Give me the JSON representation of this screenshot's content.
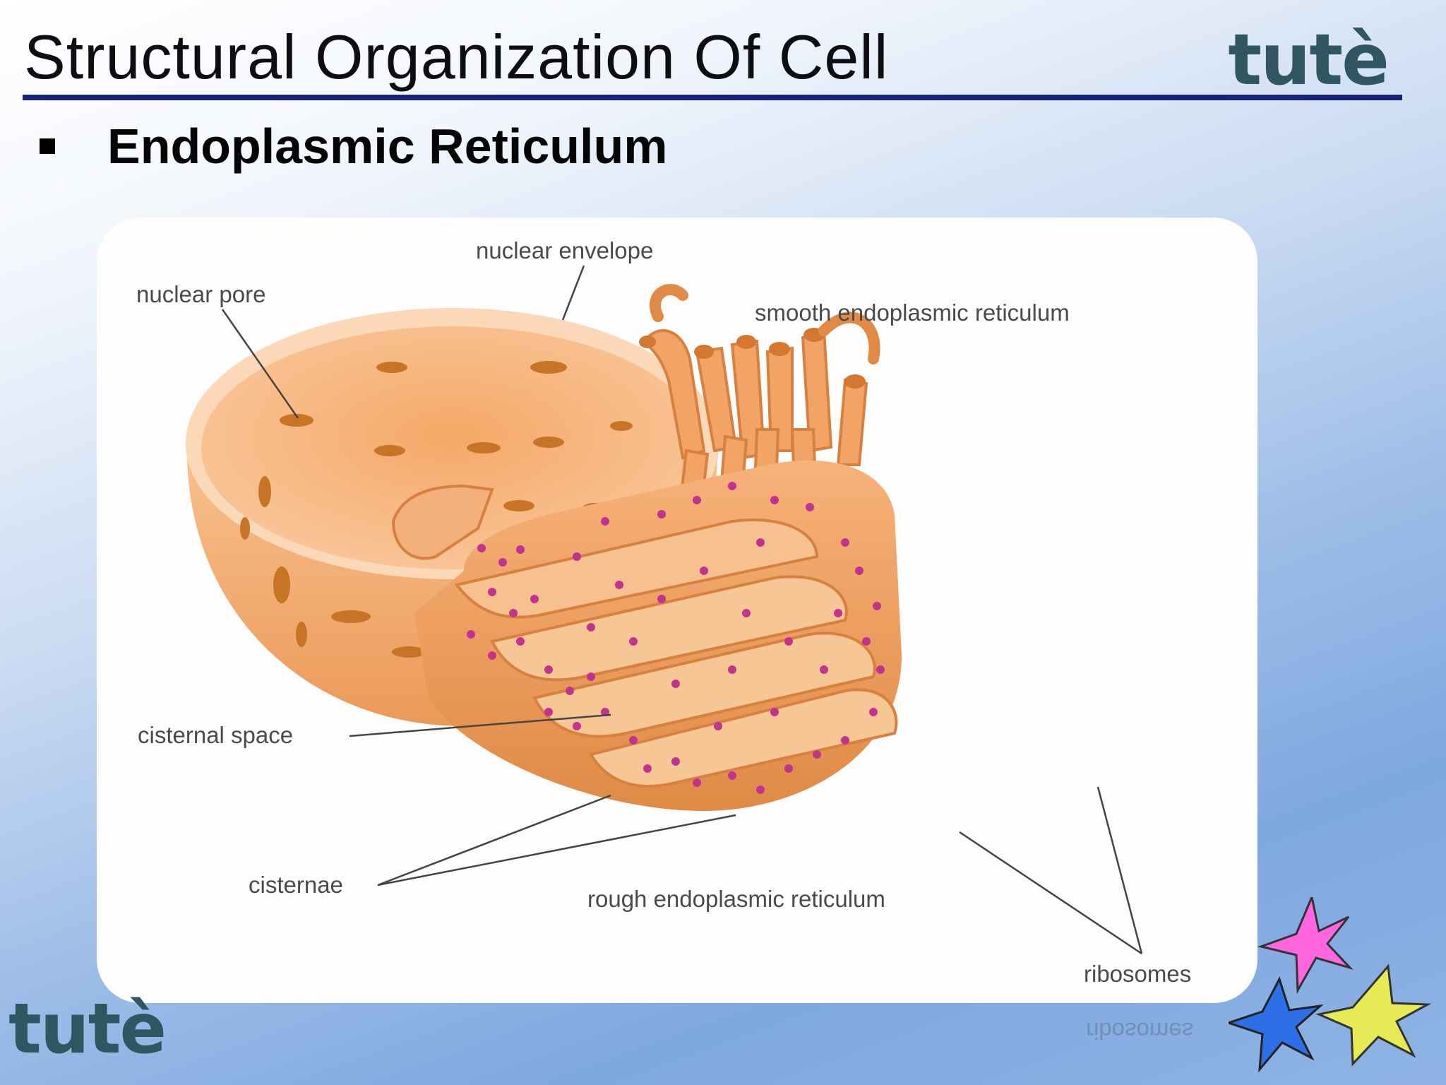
{
  "slide": {
    "title": "Structural Organization Of Cell",
    "bullet": "Endoplasmic Reticulum",
    "logo_text": "tutè"
  },
  "diagram": {
    "labels": {
      "nuclear_envelope": "nuclear envelope",
      "nuclear_pore": "nuclear pore",
      "smooth_er": "smooth endoplasmic reticulum",
      "cisternal_space": "cisternal space",
      "cisternae": "cisternae",
      "rough_er": "rough endoplasmic reticulum",
      "ribosomes": "ribosomes"
    }
  },
  "colors": {
    "title_rule": "#16237a",
    "logo": "#2f5661",
    "membrane": "#f0a466",
    "membrane_dark": "#d9803f",
    "ribosome": "#c0338f",
    "star_pink": "#ff66e0",
    "star_blue": "#2e6ee6",
    "star_yellow": "#e6ea55"
  }
}
